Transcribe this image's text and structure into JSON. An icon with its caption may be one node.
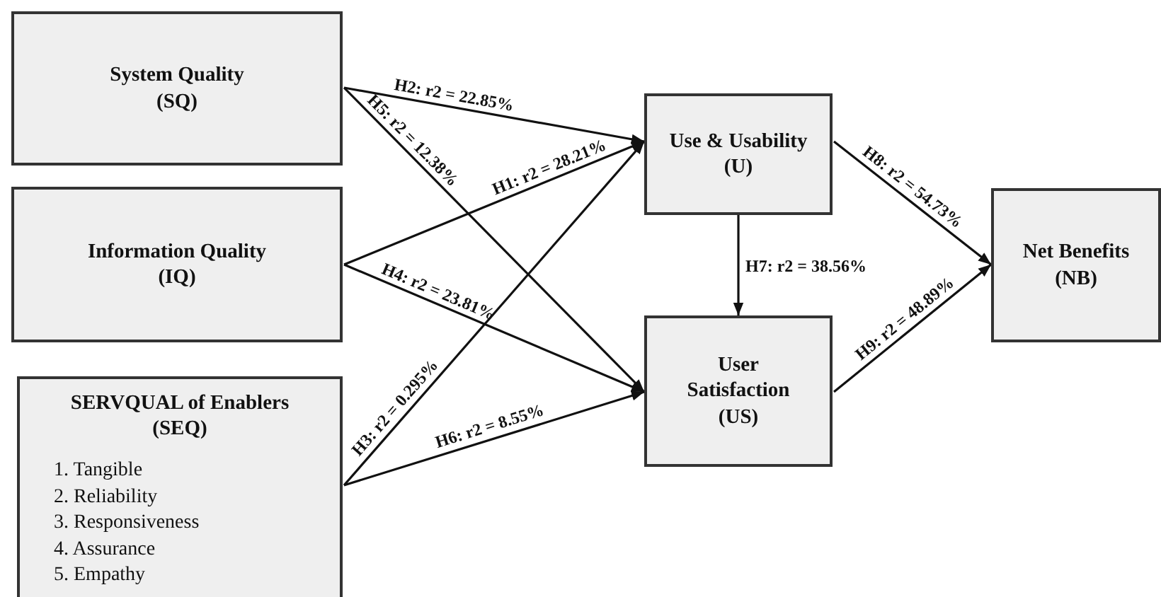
{
  "diagram": {
    "nodes": [
      {
        "text": [
          "System Quality (SQ)"
        ]
      },
      {
        "text": [
          "Information Quality (IQ)"
        ]
      },
      {
        "text": [
          "SERVQUAL of Enablers (SEQ)",
          "1. Tangible",
          "2. Reliability",
          "3. Responsiveness",
          "4. Assurance",
          "5. Empathy"
        ]
      },
      {
        "text": [
          "Use & Usability (U)"
        ]
      },
      {
        "text": [
          "User Satisfaction (US)"
        ]
      },
      {
        "text": [
          "Net Benefits (NB)"
        ]
      }
    ],
    "edges": [
      {
        "from": 1,
        "to": 3,
        "arrow": "to",
        "label": "H1: r2 = 28.21%"
      },
      {
        "from": 0,
        "to": 3,
        "arrow": "to",
        "label": "H2: r2 = 22.85%"
      },
      {
        "from": 2,
        "to": 3,
        "arrow": "to",
        "label": "H3: r2 = 0.295%"
      },
      {
        "from": 1,
        "to": 4,
        "arrow": "to",
        "label": "H4: r2 = 23.81%"
      },
      {
        "from": 0,
        "to": 4,
        "arrow": "to",
        "label": "H5: r2 = 12.38%"
      },
      {
        "from": 2,
        "to": 4,
        "arrow": "to",
        "label": "H6: r2 = 8.55%"
      },
      {
        "from": 3,
        "to": 4,
        "arrow": "to",
        "label": "H7: r2 = 38.56%"
      },
      {
        "from": 3,
        "to": 5,
        "arrow": "to",
        "label": "H8: r2 = 54.73%"
      },
      {
        "from": 4,
        "to": 5,
        "arrow": "to",
        "label": "H9: r2 = 48.89%"
      }
    ]
  }
}
